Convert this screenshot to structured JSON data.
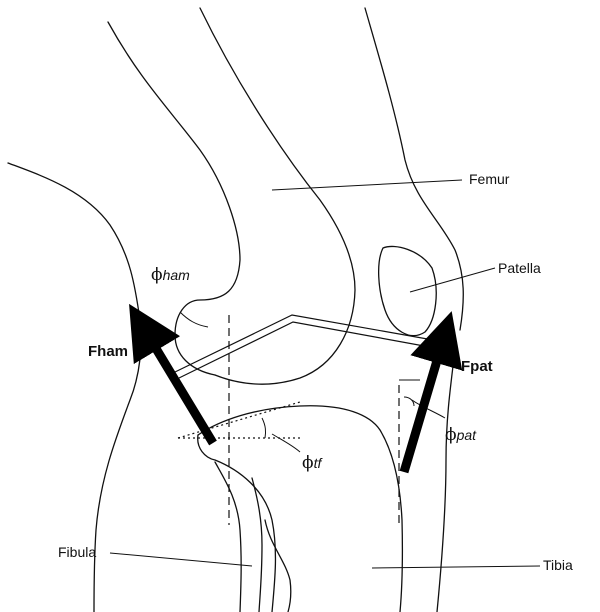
{
  "structures": {
    "femur": "Femur",
    "patella": "Patella",
    "fibula": "Fibula",
    "tibia": "Tibia"
  },
  "forces": {
    "hamstring": "Fham",
    "patellar": "Fpat"
  },
  "angles": {
    "symbol": "ϕ",
    "hamstring_sub": "ham",
    "patellar_sub": "pat",
    "tibiofemoral_sub": "tf"
  },
  "colors": {
    "line": "#111111",
    "arrow": "#000000",
    "background": "#ffffff"
  }
}
